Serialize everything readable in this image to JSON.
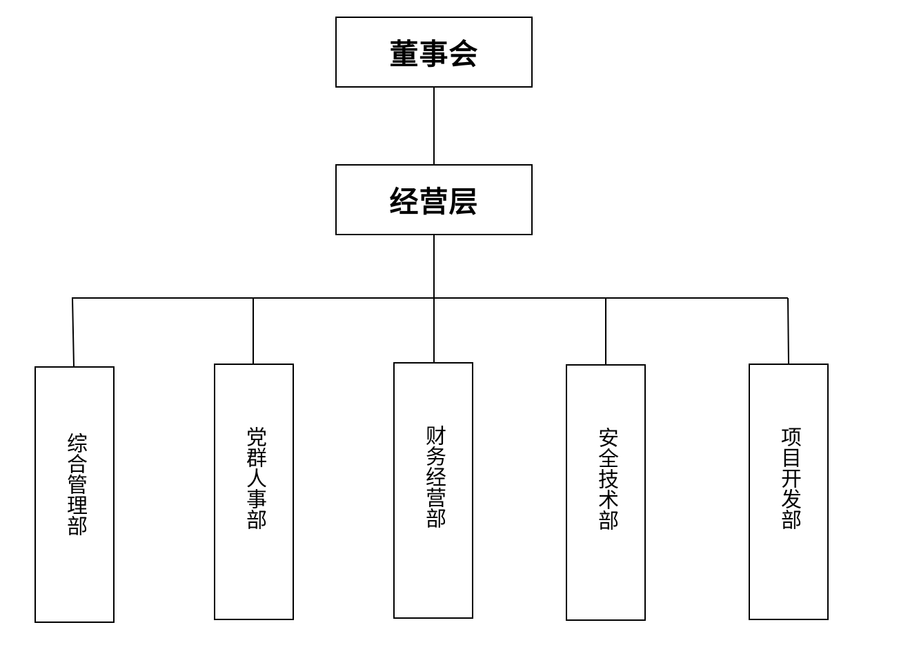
{
  "org_chart": {
    "board": "董事会",
    "management": "经营层",
    "departments": [
      "综合管理部",
      "党群人事部",
      "财务经营部",
      "安全技术部",
      "项目开发部"
    ]
  }
}
